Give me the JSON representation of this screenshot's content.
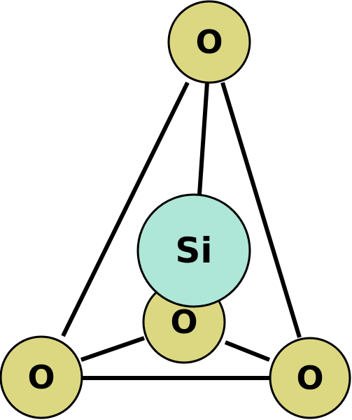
{
  "diagram": {
    "atoms": {
      "oxygen_top": {
        "label": "O"
      },
      "oxygen_bottom_left": {
        "label": "O"
      },
      "oxygen_bottom_right": {
        "label": "O"
      },
      "oxygen_back": {
        "label": "O"
      },
      "silicon_center": {
        "label": "Si"
      }
    },
    "colors": {
      "oxygen_fill": "#dcd882",
      "silicon_fill": "#aee6d8",
      "outline": "#000000"
    }
  }
}
